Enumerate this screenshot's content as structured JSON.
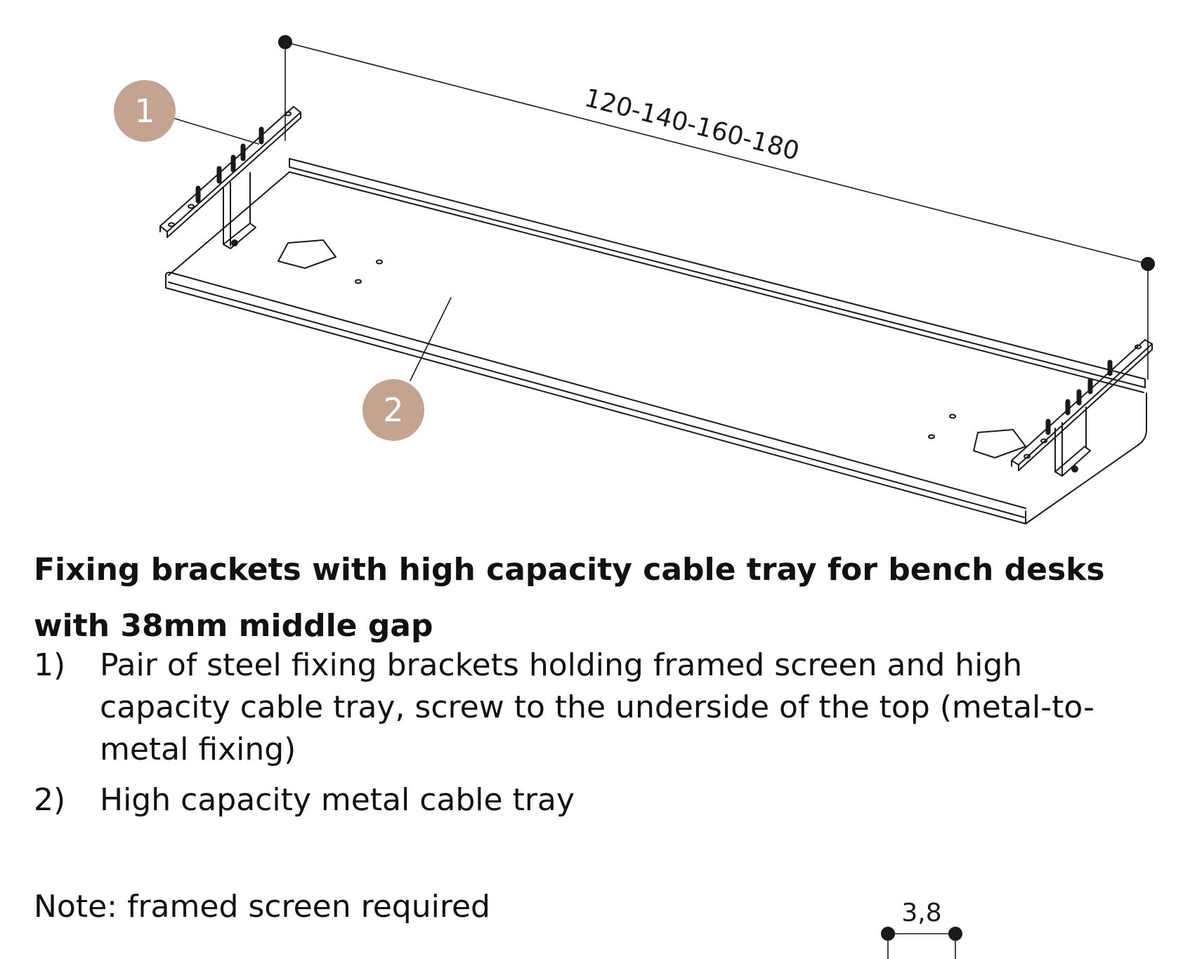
{
  "diagram": {
    "callouts": [
      "1",
      "2"
    ],
    "dimension_length": "120-140-160-180",
    "dimension_gap": "3,8",
    "callout_color": "#c4a391"
  },
  "text": {
    "title": "Fixing brackets with high capacity cable tray for bench desks with 38mm middle gap",
    "items": [
      {
        "number": "1)",
        "text": "Pair of steel fixing brackets holding framed screen and high capacity cable tray, screw to the underside of the top (metal-to-metal fixing)"
      },
      {
        "number": "2)",
        "text": "High capacity metal cable tray"
      }
    ],
    "note": "Note: framed screen required"
  }
}
